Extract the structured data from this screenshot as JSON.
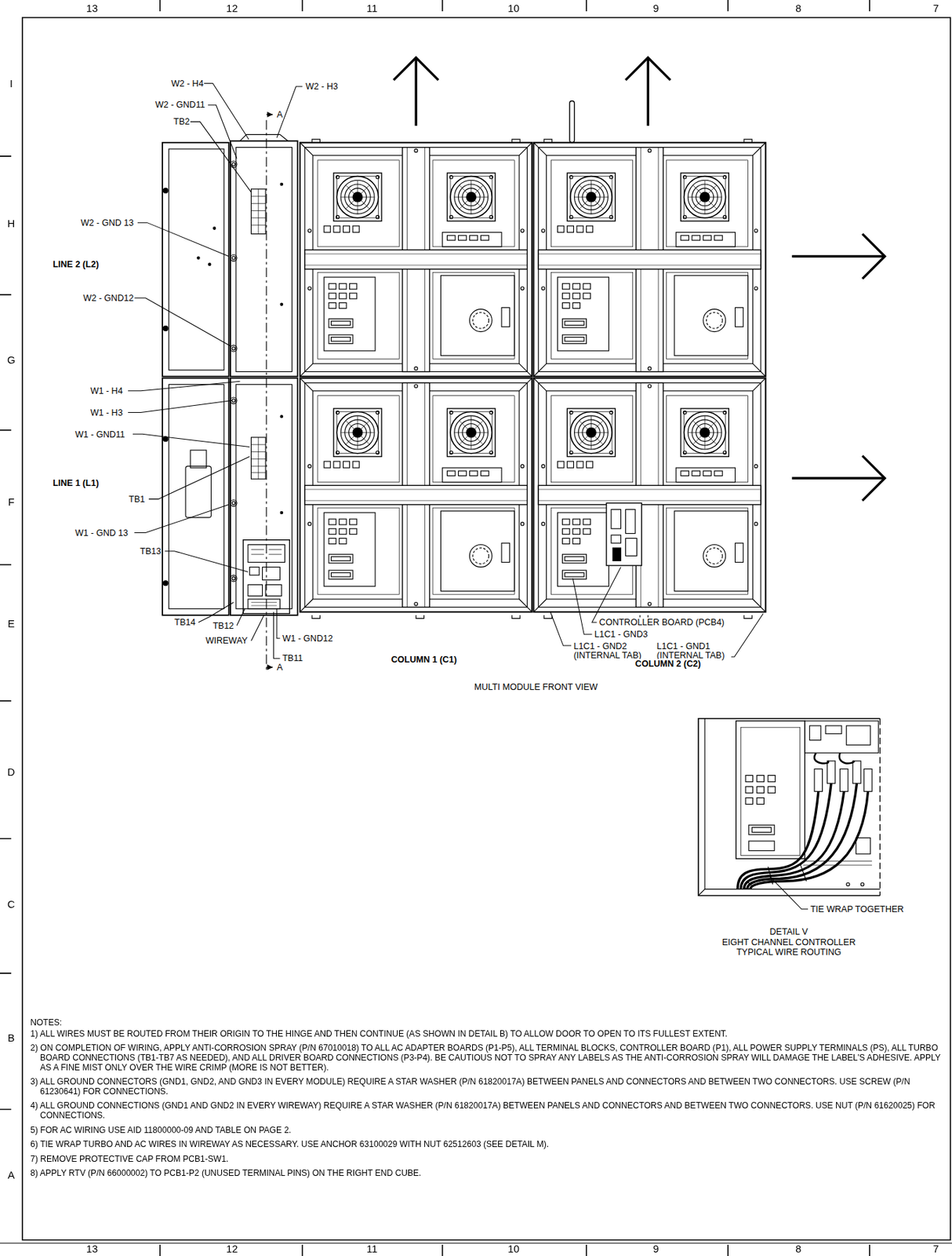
{
  "diagram": {
    "labels": [
      "13",
      "12",
      "11",
      "10",
      "9",
      "8",
      "7",
      "13",
      "12",
      "11",
      "10",
      "9",
      "8",
      "7",
      "I",
      "H",
      "G",
      "F",
      "E",
      "D",
      "C",
      "B",
      "A",
      "W2 - H4",
      "W2 - GND11",
      "TB2",
      "W2 - H3",
      "A",
      "W2 - GND 13",
      "LINE 2 (L2)",
      "W2 - GND12",
      "W1 - H4",
      "W1 - H3",
      "W1 - GND11",
      "LINE 1 (L1)",
      "TB1",
      "W1 - GND 13",
      "TB13",
      "TB14",
      "TB12",
      "WIREWAY",
      "W1 - GND12",
      "TB11",
      "A",
      "COLUMN 1 (C1)",
      "CONTROLLER BOARD (PCB4)",
      "L1C1 - GND3",
      "L1C1 - GND2 (INTERNAL TAB)",
      "L1C1 - GND1 (INTERNAL TAB)",
      "COLUMN 2 (C2)",
      "MULTI MODULE FRONT VIEW",
      "TIE WRAP TOGETHER",
      "DETAIL V",
      "EIGHT CHANNEL CONTROLLER",
      "TYPICAL WIRE ROUTING",
      "NOTES:",
      "1) ALL WIRES MUST BE ROUTED FROM THEIR ORIGIN TO THE HINGE AND THEN CONTINUE (AS SHOWN IN DETAIL B) TO ALLOW DOOR TO OPEN TO ITS FULLEST EXTENT.",
      "2) ON COMPLETION OF WIRING, APPLY ANTI-CORROSION SPRAY (P/N 67010018) TO ALL AC ADAPTER BOARDS (P1-P5), ALL TERMINAL BLOCKS, CONTROLLER BOARD (P1), ALL POWER SUPPLY TERMINALS (PS), ALL TURBO BOARD CONNECTIONS (TB1-TB7 AS NEEDED), AND ALL DRIVER BOARD CONNECTIONS (P3-P4). BE CAUTIOUS NOT TO SPRAY ANY LABELS AS THE ANTI-CORROSION SPRAY WILL DAMAGE THE LABEL'S ADHESIVE. APPLY AS A FINE MIST ONLY OVER THE WIRE CRIMP (MORE IS NOT BETTER).",
      "3) ALL GROUND CONNECTORS (GND1, GND2, AND GND3 IN EVERY MODULE) REQUIRE A STAR WASHER (P/N 61820017A) BETWEEN PANELS AND CONNECTORS AND BETWEEN TWO CONNECTORS. USE SCREW (P/N 61230641) FOR CONNECTIONS.",
      "4) ALL GROUND CONNECTIONS (GND1 AND GND2 IN EVERY WIREWAY) REQUIRE A STAR WASHER (P/N 61820017A) BETWEEN PANELS AND CONNECTORS AND BETWEEN TWO CONNECTORS. USE NUT (P/N 61620025) FOR CONNECTIONS.",
      "5) FOR AC WIRING USE AID 11800000-09 AND TABLE ON PAGE 2.",
      "6) TIE WRAP TURBO AND AC WIRES IN WIREWAY AS NECESSARY. USE ANCHOR 63100029 WITH NUT 62512603 (SEE DETAIL M).",
      "7) REMOVE PROTECTIVE CAP FROM PCB1-SW1.",
      "8) APPLY RTV (P/N 66000002) TO PCB1-P2 (UNUSED TERMINAL PINS) ON THE RIGHT END CUBE."
    ]
  }
}
